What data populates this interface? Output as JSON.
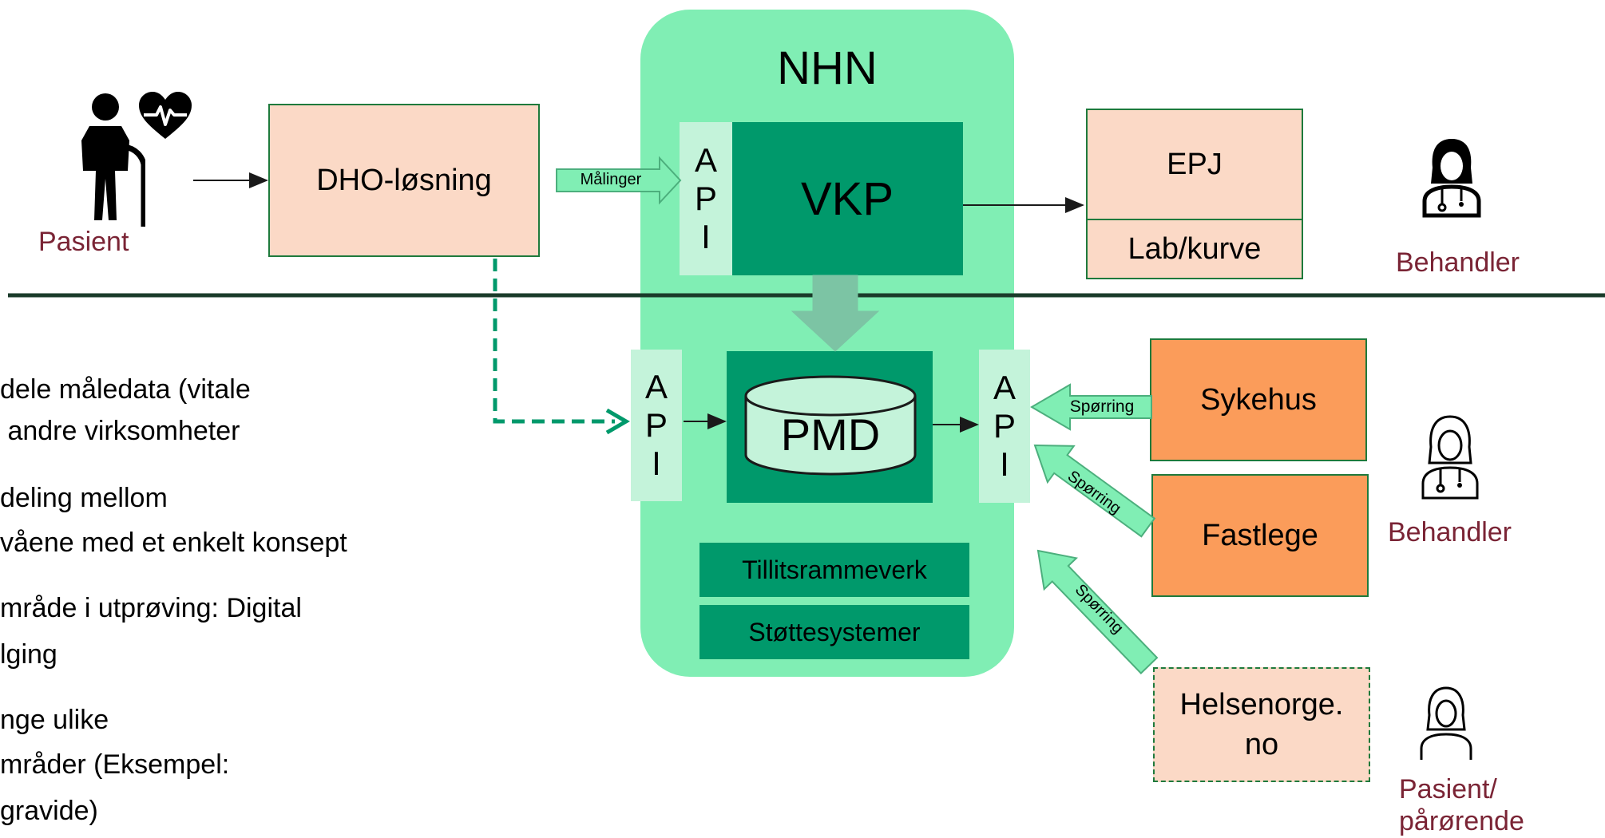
{
  "nhn": {
    "title": "NHN",
    "vkp": "VKP",
    "pmd": "PMD",
    "tillit": "Tillitsrammeverk",
    "stotte": "Støttesystemer",
    "api_letters": [
      "A",
      "P",
      "I"
    ]
  },
  "nodes": {
    "dho": "DHO-løsning",
    "epj": "EPJ",
    "labkurve": "Lab/kurve",
    "sykehus": "Sykehus",
    "fastlege": "Fastlege",
    "helsenorge_line1": "Helsenorge.",
    "helsenorge_line2": "no"
  },
  "arrows": {
    "malinger": "Målinger",
    "sporring1": "Spørring",
    "sporring2": "Spørring",
    "sporring3": "Spørring"
  },
  "actors": {
    "pasient": "Pasient",
    "behandler_top": "Behandler",
    "behandler_mid": "Behandler",
    "pasient_parorende_line1": "Pasient/",
    "pasient_parorende_line2": "pårørende"
  },
  "bullets": [
    "dele måledata (vitale",
    " andre virksomheter",
    "deling mellom",
    "våene med et enkelt konsept",
    "mråde i utprøving: Digital",
    "lging",
    "nge ulike",
    "mråder (Eksempel:",
    "gravide)"
  ],
  "colors": {
    "nhn_bg": "#80eeb4",
    "dark_green": "#00996b",
    "api_bg": "#c4f3da",
    "peach": "#fbd9c6",
    "orange": "#fb9c5a",
    "border_green": "#1e7a3c",
    "label_red": "#7a2435",
    "divider": "#1a3b2a"
  }
}
